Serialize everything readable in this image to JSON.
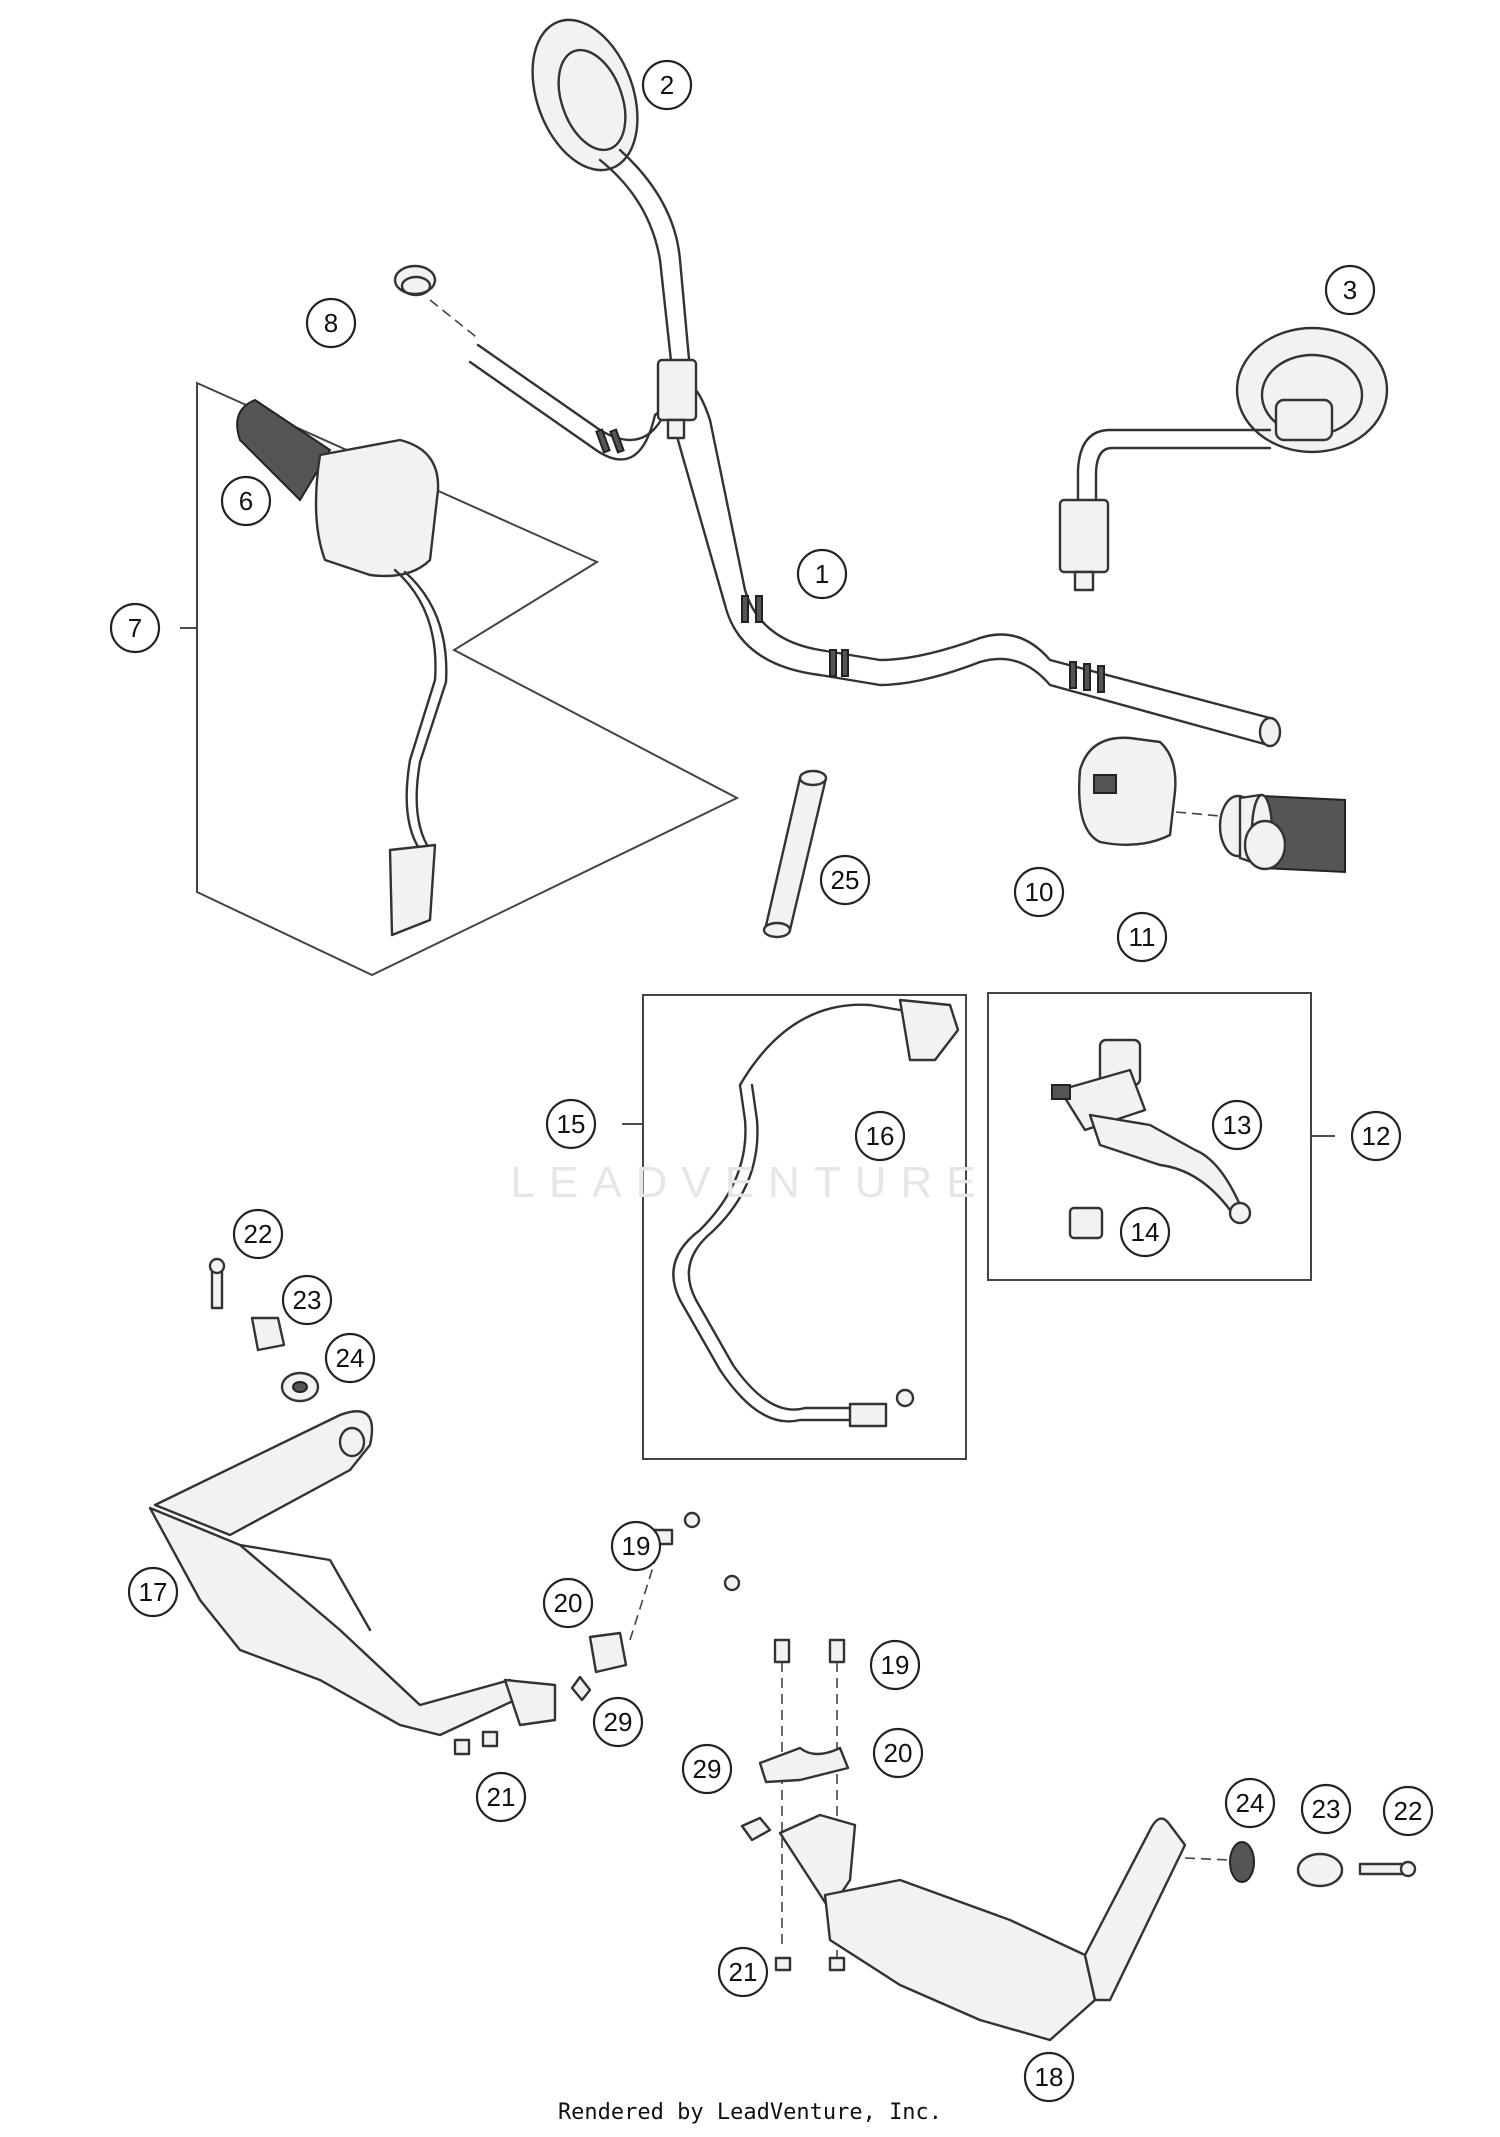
{
  "diagram": {
    "type": "exploded-parts-diagram",
    "callouts": [
      {
        "id": "c1",
        "number": "1"
      },
      {
        "id": "c2",
        "number": "2"
      },
      {
        "id": "c3",
        "number": "3"
      },
      {
        "id": "c6",
        "number": "6"
      },
      {
        "id": "c7",
        "number": "7"
      },
      {
        "id": "c8",
        "number": "8"
      },
      {
        "id": "c10",
        "number": "10"
      },
      {
        "id": "c11",
        "number": "11"
      },
      {
        "id": "c12",
        "number": "12"
      },
      {
        "id": "c13",
        "number": "13"
      },
      {
        "id": "c14",
        "number": "14"
      },
      {
        "id": "c15",
        "number": "15"
      },
      {
        "id": "c16",
        "number": "16"
      },
      {
        "id": "c17",
        "number": "17"
      },
      {
        "id": "c18",
        "number": "18"
      },
      {
        "id": "c19a",
        "number": "19"
      },
      {
        "id": "c19b",
        "number": "19"
      },
      {
        "id": "c20a",
        "number": "20"
      },
      {
        "id": "c20b",
        "number": "20"
      },
      {
        "id": "c21a",
        "number": "21"
      },
      {
        "id": "c21b",
        "number": "21"
      },
      {
        "id": "c22a",
        "number": "22"
      },
      {
        "id": "c22b",
        "number": "22"
      },
      {
        "id": "c23a",
        "number": "23"
      },
      {
        "id": "c23b",
        "number": "23"
      },
      {
        "id": "c24a",
        "number": "24"
      },
      {
        "id": "c24b",
        "number": "24"
      },
      {
        "id": "c25",
        "number": "25"
      },
      {
        "id": "c29a",
        "number": "29"
      },
      {
        "id": "c29b",
        "number": "29"
      }
    ]
  },
  "watermark": "LEADVENTURE",
  "credit": "Rendered by LeadVenture, Inc."
}
